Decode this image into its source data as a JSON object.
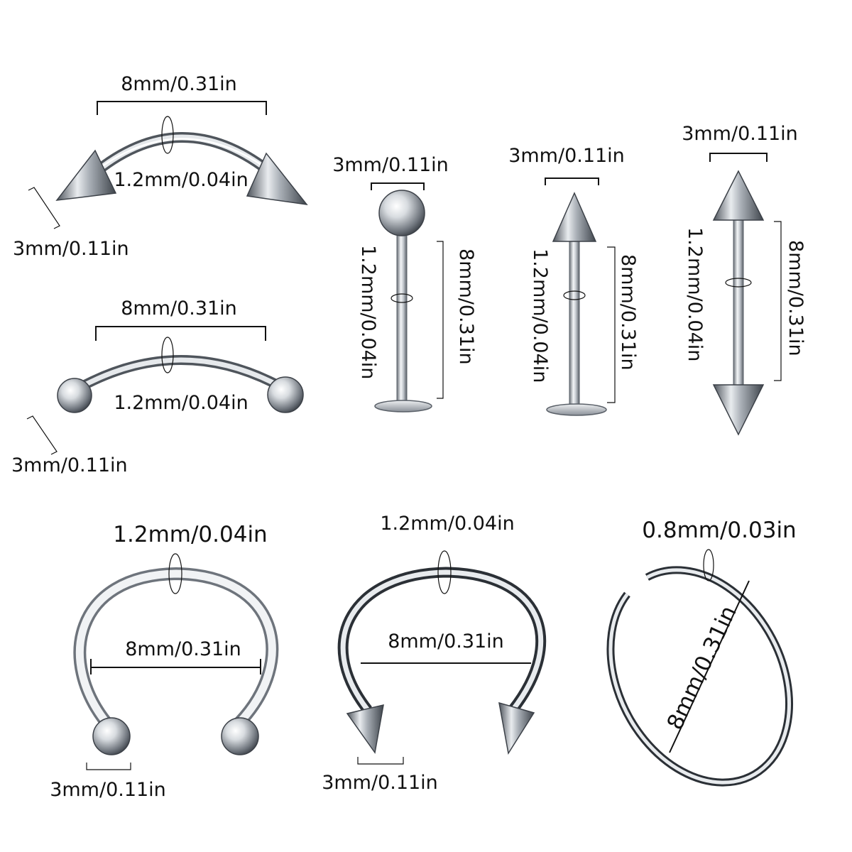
{
  "colors": {
    "background": "#ffffff",
    "metal_light": "#f4f6f8",
    "metal_mid": "#b7bcc2",
    "metal_dark": "#5a6068",
    "text": "#111111"
  },
  "items": {
    "curved_spike": {
      "length": "8mm/0.31in",
      "gauge": "1.2mm/0.04in",
      "end": "3mm/0.11in"
    },
    "curved_ball": {
      "length": "8mm/0.31in",
      "gauge": "1.2mm/0.04in",
      "end": "3mm/0.11in"
    },
    "labret_ball": {
      "end": "3mm/0.11in",
      "gauge": "1.2mm/0.04in",
      "length": "8mm/0.31in"
    },
    "labret_spike": {
      "end": "3mm/0.11in",
      "gauge": "1.2mm/0.04in",
      "length": "8mm/0.31in"
    },
    "straight_spike": {
      "end": "3mm/0.11in",
      "gauge": "1.2mm/0.04in",
      "length": "8mm/0.31in"
    },
    "horseshoe_ball": {
      "gauge": "1.2mm/0.04in",
      "diameter": "8mm/0.31in",
      "end": "3mm/0.11in"
    },
    "horseshoe_spike": {
      "gauge": "1.2mm/0.04in",
      "diameter": "8mm/0.31in",
      "end": "3mm/0.11in"
    },
    "nose_hoop": {
      "gauge": "0.8mm/0.03in",
      "diameter": "8mm/0.31in"
    }
  }
}
